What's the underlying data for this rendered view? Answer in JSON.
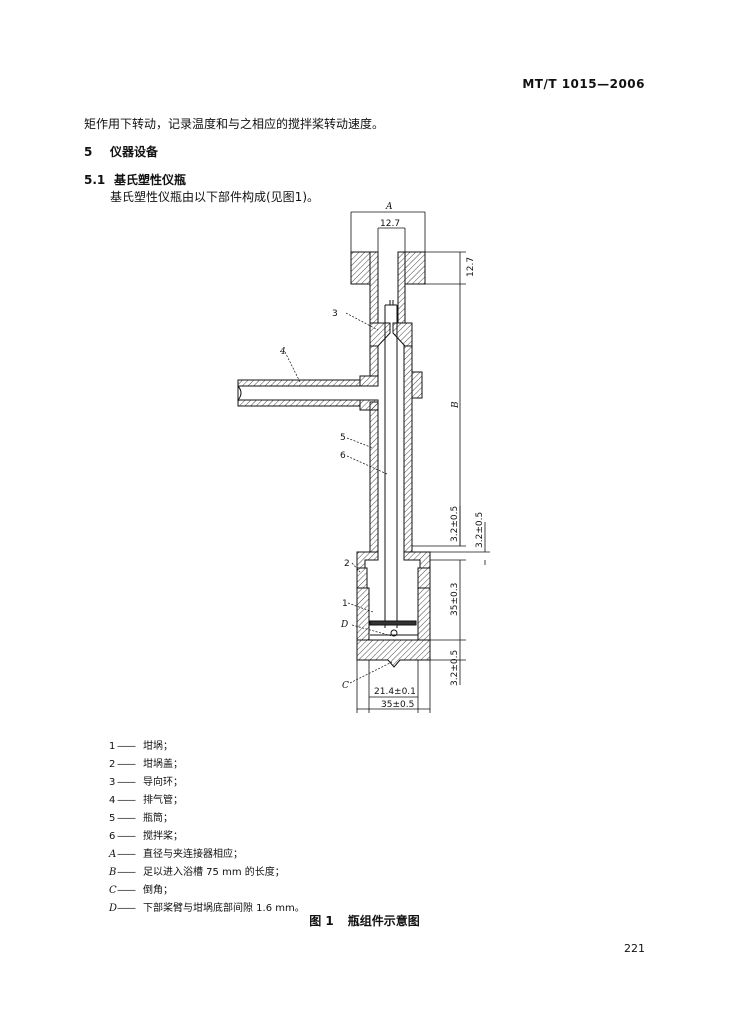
{
  "header": {
    "standard_code": "MT/T 1015—2006"
  },
  "body": {
    "intro_line": "矩作用下转动，记录温度和与之相应的搅拌桨转动速度。",
    "section5": {
      "number": "5",
      "title": "仪器设备"
    },
    "section5_1": {
      "number": "5.1",
      "title": "基氏塑性仪瓶"
    },
    "section5_1_text": "基氏塑性仪瓶由以下部件构成(见图1)。"
  },
  "figure": {
    "dimensions": {
      "A": "A",
      "width_top": "12.7",
      "height_top": "12.7",
      "B": "B",
      "gap_left": "3.2±0.5",
      "gap_right": "3.2±0.5",
      "depth": "35±0.3",
      "bottom": "3.2±0.5",
      "inner_dia": "21.4±0.1",
      "outer_dia": "35±0.5"
    },
    "callouts": {
      "c1": "1",
      "c2": "2",
      "c3": "3",
      "c4": "4",
      "c5": "5",
      "c6": "6",
      "cC": "C",
      "cD": "D"
    },
    "legend": [
      {
        "key": "1",
        "text": "坩埚；"
      },
      {
        "key": "2",
        "text": "坩埚盖；"
      },
      {
        "key": "3",
        "text": "导向环；"
      },
      {
        "key": "4",
        "text": "排气管；"
      },
      {
        "key": "5",
        "text": "瓶筒；"
      },
      {
        "key": "6",
        "text": "搅拌桨；"
      },
      {
        "key": "A",
        "text": "直径与夹连接器相应；"
      },
      {
        "key": "B",
        "text": "足以进入浴槽 75 mm 的长度；"
      },
      {
        "key": "C",
        "text": "倒角；"
      },
      {
        "key": "D",
        "text": "下部桨臂与坩埚底部间隙 1.6 mm。"
      }
    ],
    "caption": {
      "label": "图 1",
      "title": "瓶组件示意图"
    }
  },
  "footer": {
    "page_number": "221"
  }
}
